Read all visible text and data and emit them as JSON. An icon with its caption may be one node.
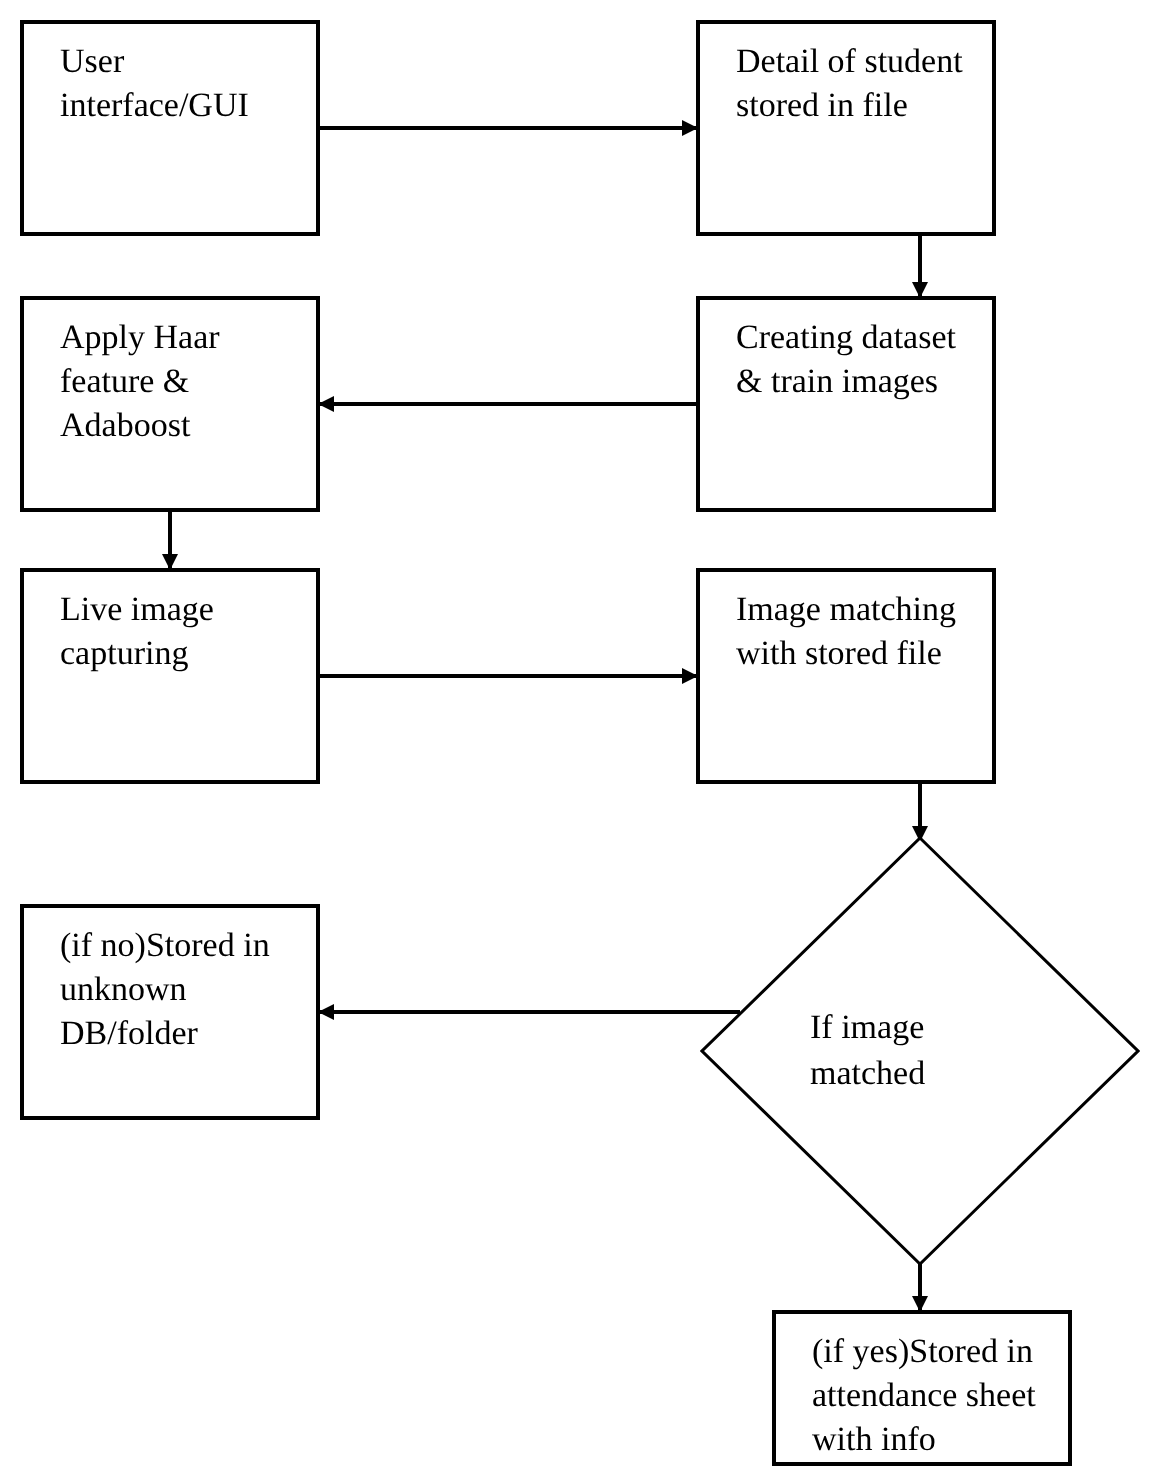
{
  "diagram": {
    "nodes": [
      {
        "text": [
          "User interface/GUI"
        ]
      },
      {
        "text": [
          "Detail of student stored in file"
        ]
      },
      {
        "text": [
          "Creating dataset & train images"
        ]
      },
      {
        "text": [
          "Apply Haar feature & Adaboost"
        ]
      },
      {
        "text": [
          "Live image capturing"
        ]
      },
      {
        "text": [
          "Image matching with stored file"
        ]
      },
      {
        "text": [
          "If image matched"
        ]
      },
      {
        "text": [
          "(if no)Stored in unknown DB/folder"
        ]
      },
      {
        "text": [
          "(if yes)Stored in attendance sheet with info"
        ]
      }
    ],
    "edges": [
      {
        "from": 0,
        "to": 1,
        "arrow": "to"
      },
      {
        "from": 1,
        "to": 2,
        "arrow": "to"
      },
      {
        "from": 2,
        "to": 3,
        "arrow": "to"
      },
      {
        "from": 3,
        "to": 4,
        "arrow": "to"
      },
      {
        "from": 4,
        "to": 5,
        "arrow": "to"
      },
      {
        "from": 5,
        "to": 6,
        "arrow": "to"
      },
      {
        "from": 6,
        "to": 7,
        "arrow": "to"
      },
      {
        "from": 6,
        "to": 8,
        "arrow": "to"
      }
    ]
  }
}
